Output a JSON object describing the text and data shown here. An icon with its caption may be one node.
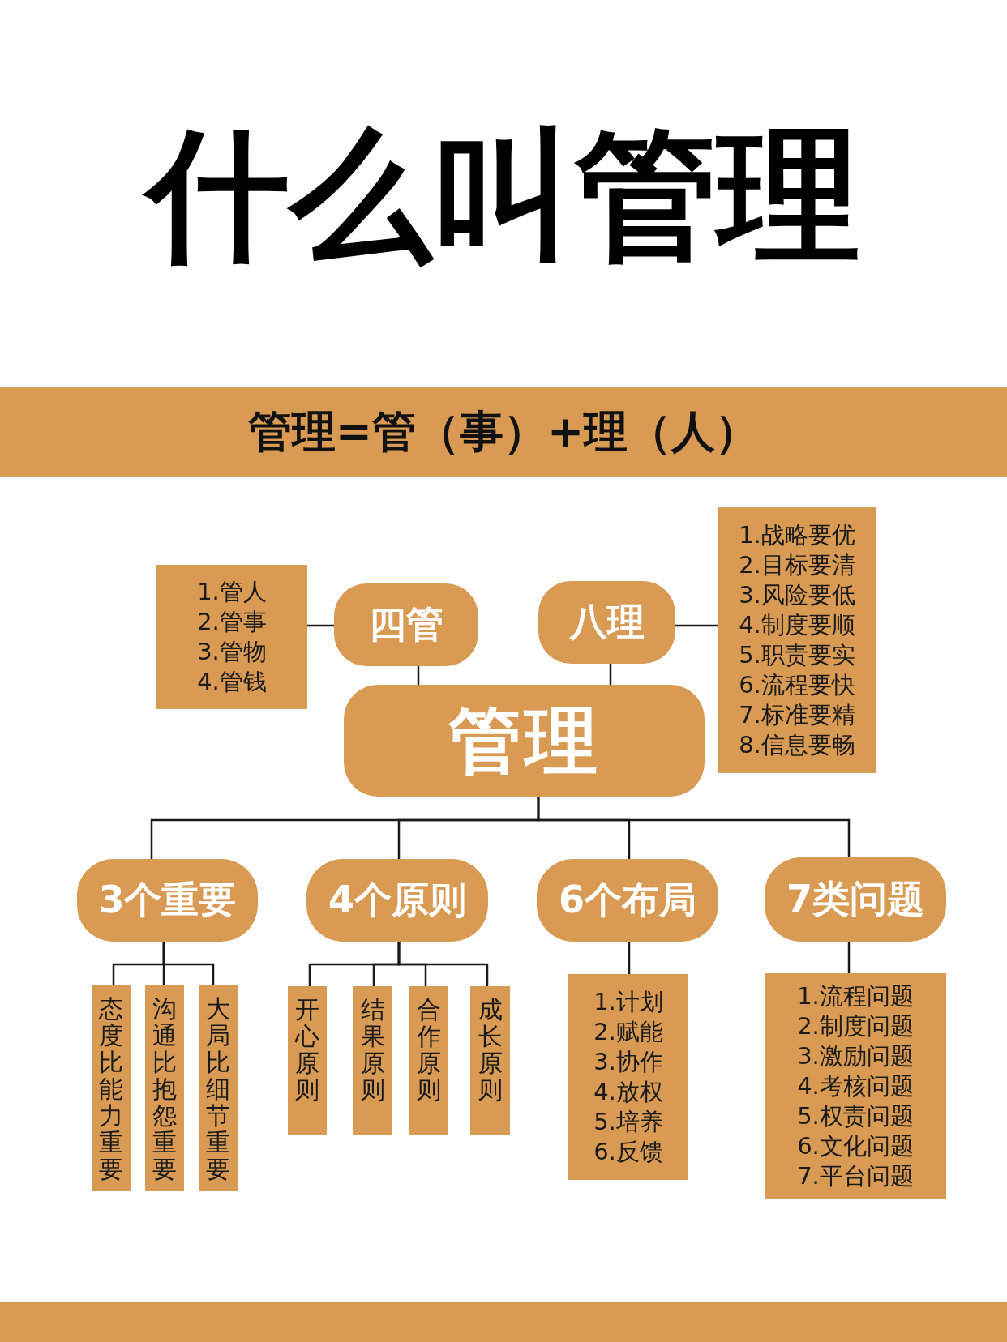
{
  "diagram": {
    "title": "什么叫管理",
    "nodes": [
      {
        "text": [
          "管理=管（事）+理（人）"
        ]
      },
      {
        "text": [
          "1.管人",
          "2.管事",
          "3.管物",
          "4.管钱"
        ]
      },
      {
        "text": [
          "四管"
        ]
      },
      {
        "text": [
          "八理"
        ]
      },
      {
        "text": [
          "1.战略要优",
          "2.目标要清",
          "3.风险要低",
          "4.制度要顺",
          "5.职责要实",
          "6.流程要快",
          "7.标准要精",
          "8.信息要畅"
        ]
      },
      {
        "text": [
          "管理"
        ]
      },
      {
        "text": [
          "3个重要"
        ]
      },
      {
        "text": [
          "4个原则"
        ]
      },
      {
        "text": [
          "6个布局"
        ]
      },
      {
        "text": [
          "7类问题"
        ]
      },
      {
        "text": [
          "态度比能力重要"
        ]
      },
      {
        "text": [
          "沟通比抱怨重要"
        ]
      },
      {
        "text": [
          "大局比细节重要"
        ]
      },
      {
        "text": [
          "开心原则"
        ]
      },
      {
        "text": [
          "结果原则"
        ]
      },
      {
        "text": [
          "合作原则"
        ]
      },
      {
        "text": [
          "成长原则"
        ]
      },
      {
        "text": [
          "1.计划",
          "2.赋能",
          "3.协作",
          "4.放权",
          "5.培养",
          "6.反馈"
        ]
      },
      {
        "text": [
          "1.流程问题",
          "2.制度问题",
          "3.激励问题",
          "4.考核问题",
          "5.权责问题",
          "6.文化问题",
          "7.平台问题"
        ]
      }
    ],
    "edges": [
      {
        "from": 2,
        "to": 1,
        "arrow": "none"
      },
      {
        "from": 3,
        "to": 4,
        "arrow": "none"
      },
      {
        "from": 5,
        "to": 2,
        "arrow": "none"
      },
      {
        "from": 5,
        "to": 3,
        "arrow": "none"
      },
      {
        "from": 5,
        "to": 6,
        "arrow": "none"
      },
      {
        "from": 5,
        "to": 7,
        "arrow": "none"
      },
      {
        "from": 5,
        "to": 8,
        "arrow": "none"
      },
      {
        "from": 5,
        "to": 9,
        "arrow": "none"
      },
      {
        "from": 6,
        "to": 10,
        "arrow": "none"
      },
      {
        "from": 6,
        "to": 11,
        "arrow": "none"
      },
      {
        "from": 6,
        "to": 12,
        "arrow": "none"
      },
      {
        "from": 7,
        "to": 13,
        "arrow": "none"
      },
      {
        "from": 7,
        "to": 14,
        "arrow": "none"
      },
      {
        "from": 7,
        "to": 15,
        "arrow": "none"
      },
      {
        "from": 7,
        "to": 16,
        "arrow": "none"
      },
      {
        "from": 8,
        "to": 17,
        "arrow": "none"
      },
      {
        "from": 9,
        "to": 18,
        "arrow": "none"
      }
    ]
  }
}
